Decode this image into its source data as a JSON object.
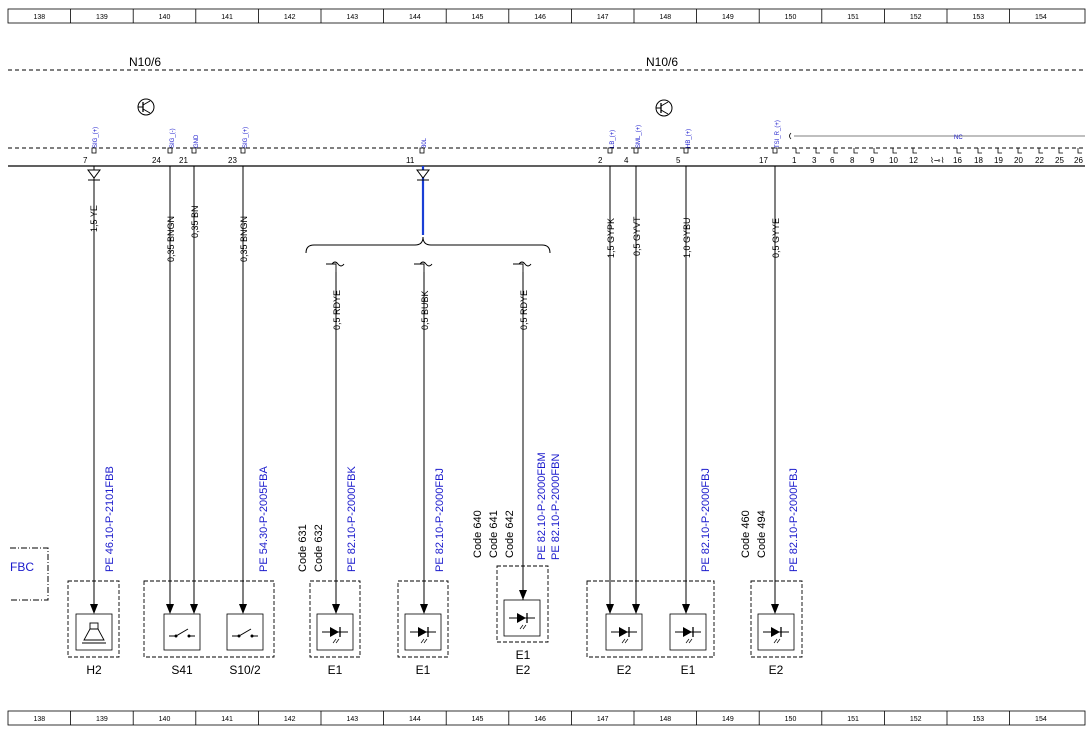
{
  "ruler": [
    "138",
    "139",
    "140",
    "141",
    "142",
    "143",
    "144",
    "145",
    "146",
    "147",
    "148",
    "149",
    "150",
    "151",
    "152",
    "153",
    "154"
  ],
  "ecu_label": "N10/6",
  "fbc_label": "FBC",
  "nc_label": "NC",
  "signals": [
    {
      "pin": "7",
      "signal": "SIG_(+)",
      "wire": "1,5 YE",
      "pe": "PE 46.10-P-2101FBB"
    },
    {
      "pin": "24",
      "signal": "SIG_(-)",
      "wire": "0,35 BNGN"
    },
    {
      "pin": "21",
      "signal": "GND",
      "wire": "0,35 BN"
    },
    {
      "pin": "23",
      "signal": "SIG_(+)",
      "wire": "0,35 BNGN",
      "pe": "PE 54.30-P-2005FBA"
    },
    {
      "pin": "11",
      "signal": "30L"
    },
    {
      "pin": "2",
      "signal": "LB_(+)",
      "wire": "1,5 GYPK"
    },
    {
      "pin": "4",
      "signal": "SML_(+)",
      "wire": "0,5 GYVT"
    },
    {
      "pin": "5",
      "signal": "HB_(+)",
      "wire": "1,0 GYBU",
      "pe": "PE 82.10-P-2000FBJ"
    },
    {
      "pin": "17",
      "signal": "TSI_R_(+)",
      "wire": "0,5 GYYE",
      "pe": "PE 82.10-P-2000FBJ"
    }
  ],
  "branches": [
    {
      "wire": "0,5 RDYE",
      "pe": "PE 82.10-P-2000FBK",
      "codes": [
        "Code 631",
        "Code 632"
      ]
    },
    {
      "wire": "0,5 BUBK",
      "pe": "PE 82.10-P-2000FBJ"
    },
    {
      "wire": "0,5 RDYE",
      "pe": [
        "PE 82.10-P-2000FBM",
        "PE 82.10-P-2000FBN"
      ],
      "codes": [
        "Code 640",
        "Code 641",
        "Code 642"
      ]
    }
  ],
  "code_460_494": [
    "Code 460",
    "Code 494"
  ],
  "nc_pins": [
    "1",
    "3",
    "6",
    "8",
    "9",
    "10",
    "12",
    "16",
    "18",
    "19",
    "20",
    "22",
    "25",
    "26"
  ],
  "components": {
    "h2": "H2",
    "s41": "S41",
    "s10_2": "S10/2",
    "e1_a": "E1",
    "e1_b": "E1",
    "e1_c": "E1",
    "e2_c": "E2",
    "e2_d": "E2",
    "e1_d": "E1",
    "e2_e": "E2"
  }
}
